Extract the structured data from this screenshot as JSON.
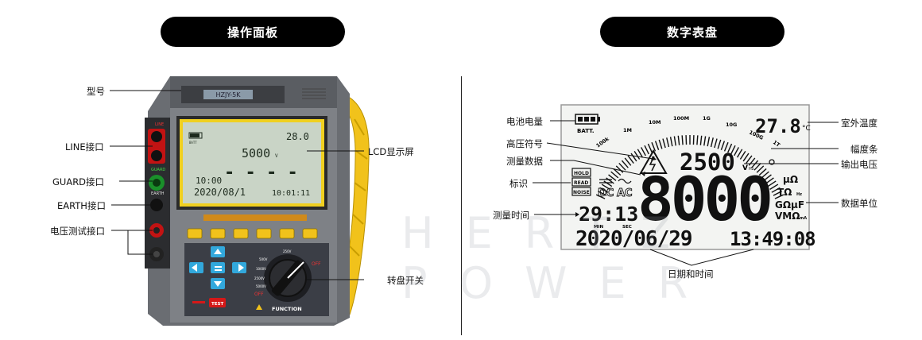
{
  "left_panel": {
    "title": "操作面板",
    "labels": {
      "model": "型号",
      "line": "LINE接口",
      "guard": "GUARD接口",
      "earth": "EARTH接口",
      "voltage_test": "电压测试接口",
      "lcd": "LCD显示屏",
      "dial": "转盘开关"
    },
    "device": {
      "model_badge": "HZJY-5K",
      "lcd_batt": "BATT",
      "lcd_temp": "28.0",
      "lcd_voltage": "5000",
      "lcd_voltage_unit": "V",
      "lcd_dashes": "- - - -",
      "lcd_time": "10:00",
      "lcd_date": "2020/08/1",
      "lcd_clock": "10:01:11",
      "jack_line": "LINE",
      "jack_guard": "GUARD",
      "jack_earth": "EARTH",
      "dial_label": "FUNCTION",
      "dial_off": "OFF",
      "test_button": "TEST"
    }
  },
  "right_panel": {
    "title": "数字表盘",
    "labels": {
      "battery": "电池电量",
      "hv_symbol": "高压符号",
      "measure_data": "测量数据",
      "indicator": "标识",
      "measure_time": "测量时间",
      "room_temp": "室外温度",
      "bar": "幅度条",
      "output_voltage": "输出电压",
      "data_unit": "数据单位",
      "datetime": "日期和时间"
    },
    "display": {
      "batt": "BATT.",
      "temp": "27.8",
      "temp_unit": "°C",
      "scale": [
        "100k",
        "1M",
        "10M",
        "100M",
        "1G",
        "10G",
        "100G",
        "1T"
      ],
      "output_v": "2500",
      "output_unit": "V",
      "hold": "HOLD",
      "read": "READ",
      "noise": "NOISE",
      "dc": "DC",
      "ac": "AC",
      "main_value": "8000",
      "unit_mu": "μΩ",
      "unit_t": "TΩ",
      "unit_g": "GΩμF",
      "unit_vm": "VMΩ",
      "meas_time": "29:13",
      "min_label": "MIN",
      "sec_label": "SEC",
      "date": "2020/06/29",
      "clock": "13:49:08"
    }
  },
  "watermark": {
    "brand": "HERTZ POWER"
  }
}
